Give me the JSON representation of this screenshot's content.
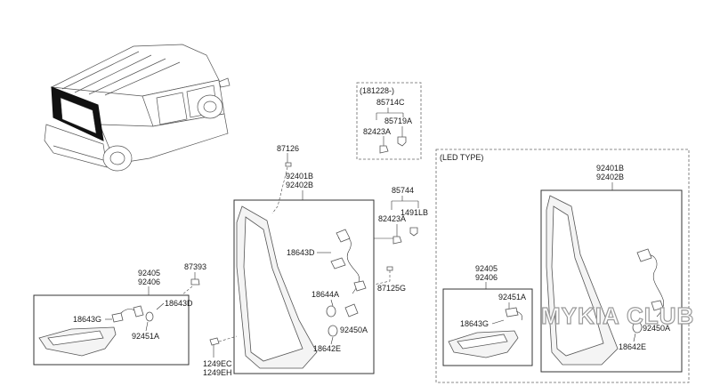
{
  "labels": {
    "p87126": "87126",
    "p92401b_left": "92401B",
    "p92402b_left": "92402B",
    "p85744": "85744",
    "p82423a_mid": "82423A",
    "p1491lb": "1491LB",
    "p18643d_mid": "18643D",
    "p18644a": "18644A",
    "p87125g": "87125G",
    "p92450a_mid": "92450A",
    "p18642e_mid": "18642E",
    "p1249ec": "1249EC",
    "p1249eh": "1249EH",
    "p92405_left": "92405",
    "p92406_left": "92406",
    "p87393": "87393",
    "p18643g_left": "18643G",
    "p18643d_left": "18643D",
    "p92451a_left": "92451A",
    "date_code": "(181228-)",
    "p85714c": "85714C",
    "p85719a": "85719A",
    "p82423a_top": "82423A",
    "led_type": "(LED TYPE)",
    "p92401b_right": "92401B",
    "p92402b_right": "92402B",
    "p92405_right": "92405",
    "p92406_right": "92406",
    "p92451a_right": "92451A",
    "p18643g_right": "18643G",
    "p92450a_right": "92450A",
    "p18642e_right": "18642E"
  },
  "watermark": "MYKIA CLUB"
}
